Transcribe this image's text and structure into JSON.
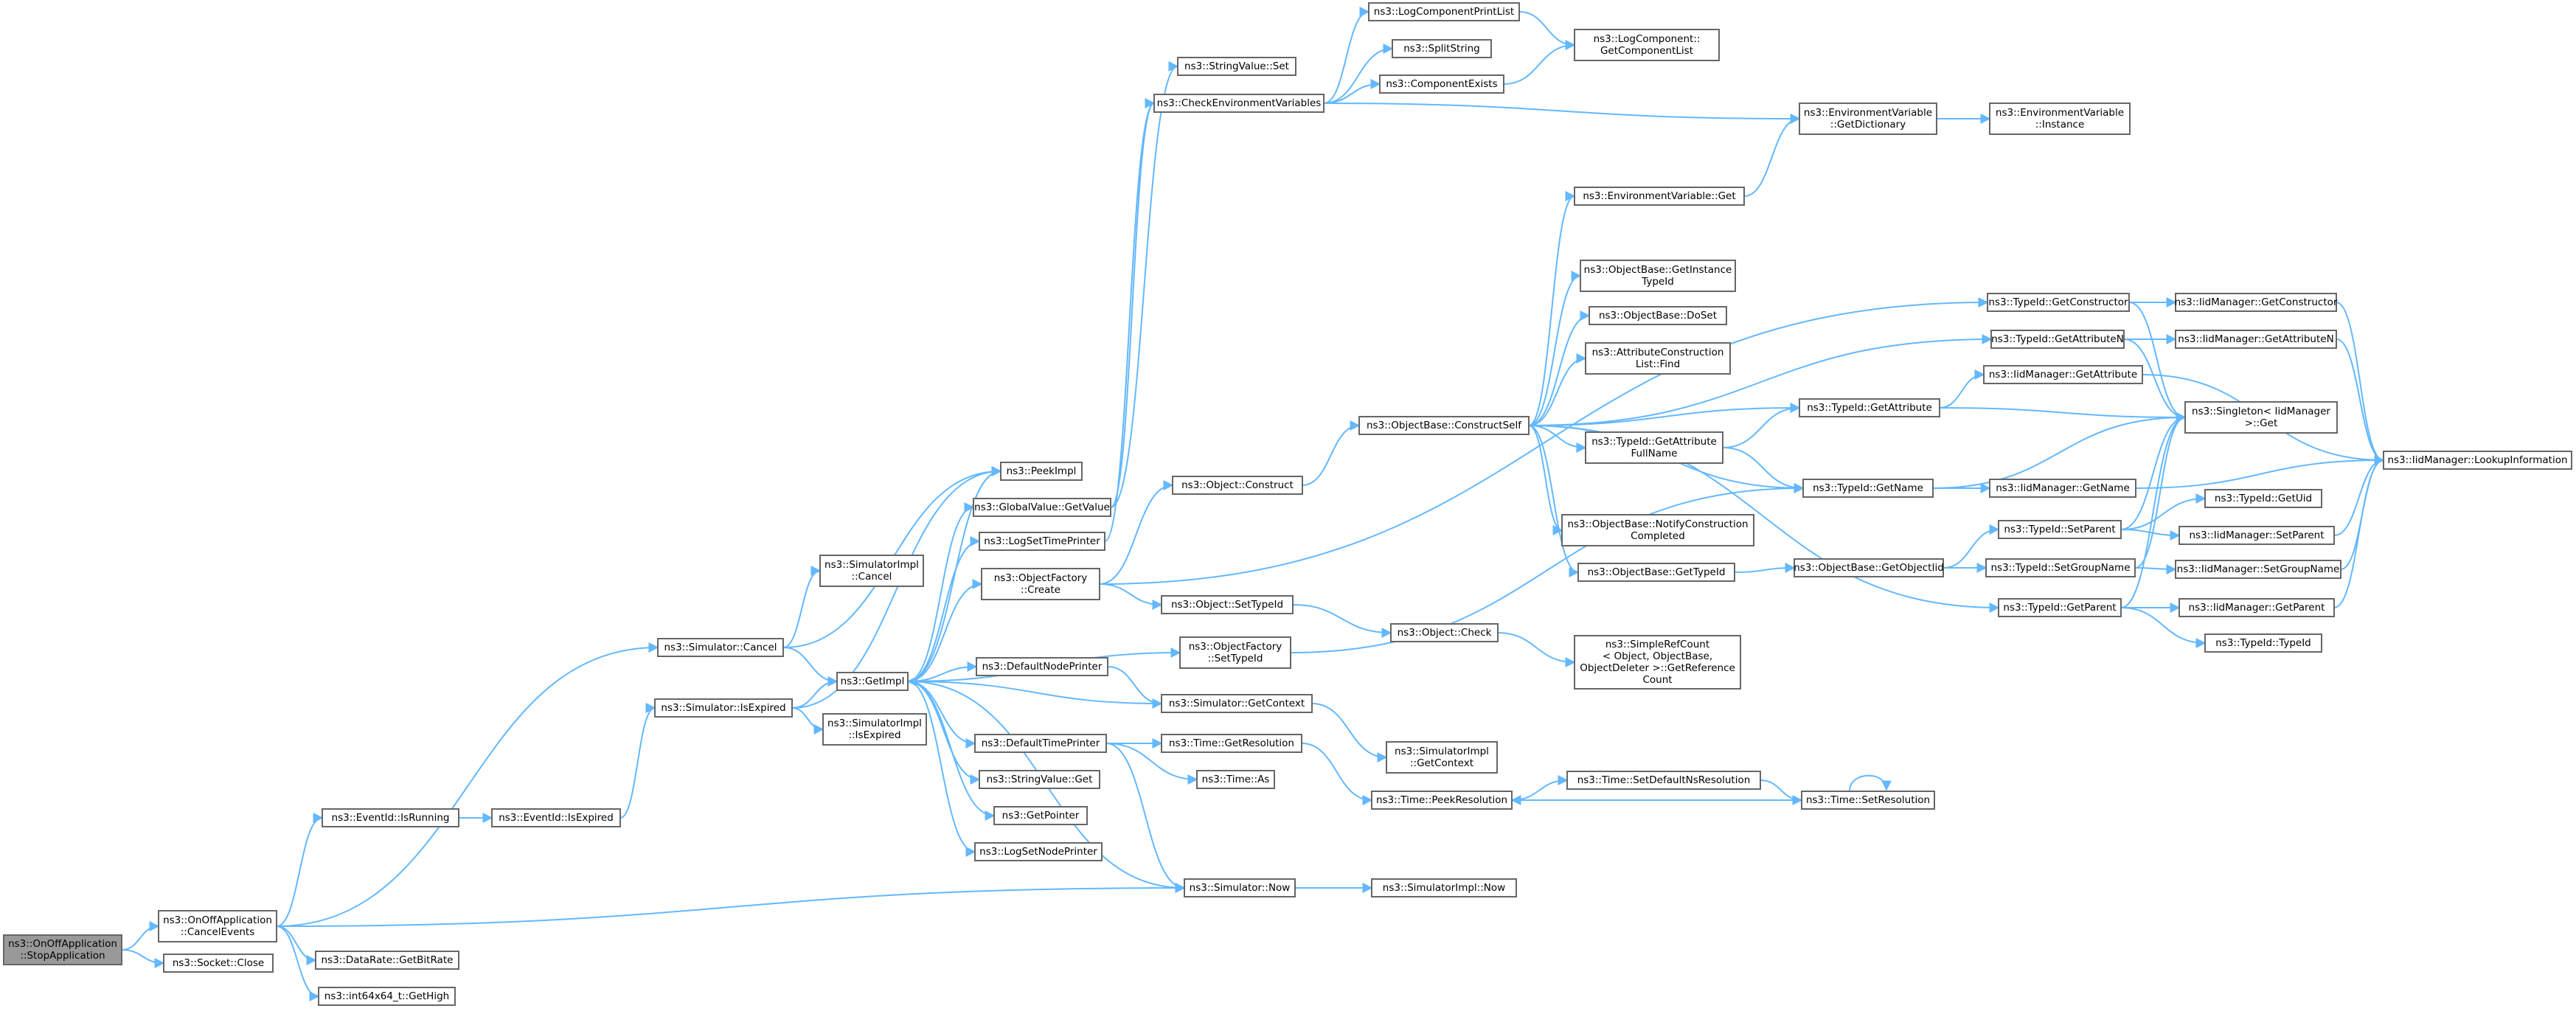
{
  "graph": {
    "title": "",
    "nodes": [
      {
        "id": "n0",
        "lines": [
          "ns3::OnOffApplication",
          "::StopApplication"
        ],
        "root": true
      },
      {
        "id": "n1",
        "lines": [
          "ns3::OnOffApplication",
          "::CancelEvents"
        ]
      },
      {
        "id": "n2",
        "lines": [
          "ns3::Socket::Close"
        ]
      },
      {
        "id": "n3",
        "lines": [
          "ns3::Simulator::Cancel"
        ]
      },
      {
        "id": "n4",
        "lines": [
          "ns3::EventId::IsRunning"
        ]
      },
      {
        "id": "n5",
        "lines": [
          "ns3::DataRate::GetBitRate"
        ]
      },
      {
        "id": "n6",
        "lines": [
          "ns3::int64x64_t::GetHigh"
        ]
      },
      {
        "id": "n7",
        "lines": [
          "ns3::Simulator::Now"
        ]
      },
      {
        "id": "n8",
        "lines": [
          "ns3::SimulatorImpl",
          "::Cancel"
        ]
      },
      {
        "id": "n9",
        "lines": [
          "ns3::GetImpl"
        ]
      },
      {
        "id": "n10",
        "lines": [
          "ns3::PeekImpl"
        ]
      },
      {
        "id": "n11",
        "lines": [
          "ns3::Simulator::IsExpired"
        ]
      },
      {
        "id": "n12",
        "lines": [
          "ns3::EventId::IsExpired"
        ]
      },
      {
        "id": "n13",
        "lines": [
          "ns3::SimulatorImpl",
          "::IsExpired"
        ]
      },
      {
        "id": "n14",
        "lines": [
          "ns3::GlobalValue::GetValue"
        ]
      },
      {
        "id": "n15",
        "lines": [
          "ns3::LogSetTimePrinter"
        ]
      },
      {
        "id": "n16",
        "lines": [
          "ns3::ObjectFactory",
          "::Create"
        ]
      },
      {
        "id": "n17",
        "lines": [
          "ns3::DefaultNodePrinter"
        ]
      },
      {
        "id": "n18",
        "lines": [
          "ns3::DefaultTimePrinter"
        ]
      },
      {
        "id": "n19",
        "lines": [
          "ns3::StringValue::Get"
        ]
      },
      {
        "id": "n20",
        "lines": [
          "ns3::GetPointer"
        ]
      },
      {
        "id": "n21",
        "lines": [
          "ns3::LogSetNodePrinter"
        ]
      },
      {
        "id": "n22",
        "lines": [
          "ns3::StringValue::Set"
        ]
      },
      {
        "id": "n23",
        "lines": [
          "ns3::CheckEnvironmentVariables"
        ]
      },
      {
        "id": "n24",
        "lines": [
          "ns3::Object::Construct"
        ]
      },
      {
        "id": "n25",
        "lines": [
          "ns3::Object::SetTypeId"
        ]
      },
      {
        "id": "n26",
        "lines": [
          "ns3::ObjectFactory",
          "::SetTypeId"
        ]
      },
      {
        "id": "n27",
        "lines": [
          "ns3::Simulator::GetContext"
        ]
      },
      {
        "id": "n28",
        "lines": [
          "ns3::Time::GetResolution"
        ]
      },
      {
        "id": "n29",
        "lines": [
          "ns3::Time::As"
        ]
      },
      {
        "id": "n30",
        "lines": [
          "ns3::SimulatorImpl::Now"
        ]
      },
      {
        "id": "n31",
        "lines": [
          "ns3::LogComponentPrintList"
        ]
      },
      {
        "id": "n32",
        "lines": [
          "ns3::SplitString"
        ]
      },
      {
        "id": "n33",
        "lines": [
          "ns3::ComponentExists"
        ]
      },
      {
        "id": "n34",
        "lines": [
          "ns3::ObjectBase::ConstructSelf"
        ]
      },
      {
        "id": "n35",
        "lines": [
          "ns3::Object::Check"
        ]
      },
      {
        "id": "n36",
        "lines": [
          "ns3::SimulatorImpl",
          "::GetContext"
        ]
      },
      {
        "id": "n37",
        "lines": [
          "ns3::Time::PeekResolution"
        ]
      },
      {
        "id": "n38",
        "lines": [
          "ns3::LogComponent::",
          "GetComponentList"
        ]
      },
      {
        "id": "n39",
        "lines": [
          "ns3::EnvironmentVariable::Get"
        ]
      },
      {
        "id": "n40",
        "lines": [
          "ns3::ObjectBase::GetInstance",
          "TypeId"
        ]
      },
      {
        "id": "n41",
        "lines": [
          "ns3::ObjectBase::DoSet"
        ]
      },
      {
        "id": "n42",
        "lines": [
          "ns3::AttributeConstruction",
          "List::Find"
        ]
      },
      {
        "id": "n43",
        "lines": [
          "ns3::TypeId::GetAttribute",
          "FullName"
        ]
      },
      {
        "id": "n44",
        "lines": [
          "ns3::ObjectBase::NotifyConstruction",
          "Completed"
        ]
      },
      {
        "id": "n45",
        "lines": [
          "ns3::ObjectBase::GetTypeId"
        ]
      },
      {
        "id": "n46",
        "lines": [
          "ns3::SimpleRefCount",
          "< Object, ObjectBase,",
          "ObjectDeleter >::GetReference",
          "Count"
        ]
      },
      {
        "id": "n47",
        "lines": [
          "ns3::Time::SetDefaultNsResolution"
        ]
      },
      {
        "id": "n48",
        "lines": [
          "ns3::EnvironmentVariable",
          "::GetDictionary"
        ]
      },
      {
        "id": "n49",
        "lines": [
          "ns3::TypeId::GetAttribute"
        ]
      },
      {
        "id": "n50",
        "lines": [
          "ns3::TypeId::GetName"
        ]
      },
      {
        "id": "n51",
        "lines": [
          "ns3::ObjectBase::GetObjectIid"
        ]
      },
      {
        "id": "n52",
        "lines": [
          "ns3::Time::SetResolution"
        ]
      },
      {
        "id": "n53",
        "lines": [
          "ns3::EnvironmentVariable",
          "::Instance"
        ]
      },
      {
        "id": "n54",
        "lines": [
          "ns3::TypeId::GetConstructor"
        ]
      },
      {
        "id": "n55",
        "lines": [
          "ns3::TypeId::GetAttributeN"
        ]
      },
      {
        "id": "n56",
        "lines": [
          "ns3::TypeId::SetParent"
        ]
      },
      {
        "id": "n57",
        "lines": [
          "ns3::TypeId::SetGroupName"
        ]
      },
      {
        "id": "n58",
        "lines": [
          "ns3::TypeId::GetParent"
        ]
      },
      {
        "id": "n59",
        "lines": [
          "ns3::IidManager::GetAttribute"
        ]
      },
      {
        "id": "n60",
        "lines": [
          "ns3::IidManager::GetName"
        ]
      },
      {
        "id": "n61",
        "lines": [
          "ns3::IidManager::GetConstructor"
        ]
      },
      {
        "id": "n62",
        "lines": [
          "ns3::IidManager::GetAttributeN"
        ]
      },
      {
        "id": "n63",
        "lines": [
          "ns3::Singleton< IidManager",
          ">::Get"
        ]
      },
      {
        "id": "n64",
        "lines": [
          "ns3::TypeId::GetUid"
        ]
      },
      {
        "id": "n65",
        "lines": [
          "ns3::IidManager::SetParent"
        ]
      },
      {
        "id": "n66",
        "lines": [
          "ns3::IidManager::SetGroupName"
        ]
      },
      {
        "id": "n67",
        "lines": [
          "ns3::IidManager::GetParent"
        ]
      },
      {
        "id": "n68",
        "lines": [
          "ns3::TypeId::TypeId"
        ]
      },
      {
        "id": "n69",
        "lines": [
          "ns3::IidManager::LookupInformation"
        ]
      }
    ],
    "edges": [
      [
        "n0",
        "n1"
      ],
      [
        "n0",
        "n2"
      ],
      [
        "n1",
        "n3"
      ],
      [
        "n1",
        "n4"
      ],
      [
        "n1",
        "n5"
      ],
      [
        "n1",
        "n6"
      ],
      [
        "n1",
        "n7"
      ],
      [
        "n3",
        "n8"
      ],
      [
        "n3",
        "n9"
      ],
      [
        "n3",
        "n10"
      ],
      [
        "n4",
        "n12"
      ],
      [
        "n12",
        "n11"
      ],
      [
        "n11",
        "n9"
      ],
      [
        "n11",
        "n13"
      ],
      [
        "n11",
        "n10"
      ],
      [
        "n9",
        "n10"
      ],
      [
        "n9",
        "n14"
      ],
      [
        "n9",
        "n15"
      ],
      [
        "n9",
        "n16"
      ],
      [
        "n9",
        "n17"
      ],
      [
        "n9",
        "n18"
      ],
      [
        "n9",
        "n19"
      ],
      [
        "n9",
        "n20"
      ],
      [
        "n9",
        "n21"
      ],
      [
        "n9",
        "n26"
      ],
      [
        "n9",
        "n7"
      ],
      [
        "n14",
        "n22"
      ],
      [
        "n14",
        "n23"
      ],
      [
        "n15",
        "n23"
      ],
      [
        "n16",
        "n24"
      ],
      [
        "n16",
        "n25"
      ],
      [
        "n16",
        "n54"
      ],
      [
        "n17",
        "n27"
      ],
      [
        "n27",
        "n9"
      ],
      [
        "n27",
        "n36"
      ],
      [
        "n18",
        "n7"
      ],
      [
        "n18",
        "n28"
      ],
      [
        "n18",
        "n29"
      ],
      [
        "n7",
        "n30"
      ],
      [
        "n23",
        "n31"
      ],
      [
        "n23",
        "n32"
      ],
      [
        "n23",
        "n33"
      ],
      [
        "n23",
        "n48"
      ],
      [
        "n31",
        "n38"
      ],
      [
        "n33",
        "n38"
      ],
      [
        "n24",
        "n34"
      ],
      [
        "n25",
        "n35"
      ],
      [
        "n35",
        "n46"
      ],
      [
        "n26",
        "n50"
      ],
      [
        "n28",
        "n37"
      ],
      [
        "n37",
        "n47"
      ],
      [
        "n47",
        "n52"
      ],
      [
        "n52",
        "n37"
      ],
      [
        "n52",
        "n52"
      ],
      [
        "n34",
        "n39"
      ],
      [
        "n34",
        "n40"
      ],
      [
        "n34",
        "n41"
      ],
      [
        "n34",
        "n42"
      ],
      [
        "n34",
        "n43"
      ],
      [
        "n34",
        "n44"
      ],
      [
        "n34",
        "n45"
      ],
      [
        "n34",
        "n49"
      ],
      [
        "n34",
        "n50"
      ],
      [
        "n34",
        "n55"
      ],
      [
        "n34",
        "n58"
      ],
      [
        "n39",
        "n48"
      ],
      [
        "n48",
        "n53"
      ],
      [
        "n43",
        "n49"
      ],
      [
        "n43",
        "n50"
      ],
      [
        "n45",
        "n51"
      ],
      [
        "n51",
        "n56"
      ],
      [
        "n51",
        "n57"
      ],
      [
        "n49",
        "n59"
      ],
      [
        "n49",
        "n63"
      ],
      [
        "n50",
        "n60"
      ],
      [
        "n50",
        "n63"
      ],
      [
        "n54",
        "n61"
      ],
      [
        "n54",
        "n63"
      ],
      [
        "n55",
        "n62"
      ],
      [
        "n55",
        "n63"
      ],
      [
        "n56",
        "n64"
      ],
      [
        "n56",
        "n65"
      ],
      [
        "n56",
        "n63"
      ],
      [
        "n57",
        "n66"
      ],
      [
        "n57",
        "n63"
      ],
      [
        "n58",
        "n67"
      ],
      [
        "n58",
        "n68"
      ],
      [
        "n58",
        "n63"
      ],
      [
        "n59",
        "n69"
      ],
      [
        "n60",
        "n69"
      ],
      [
        "n61",
        "n69"
      ],
      [
        "n62",
        "n69"
      ],
      [
        "n65",
        "n69"
      ],
      [
        "n66",
        "n69"
      ],
      [
        "n67",
        "n69"
      ]
    ]
  }
}
